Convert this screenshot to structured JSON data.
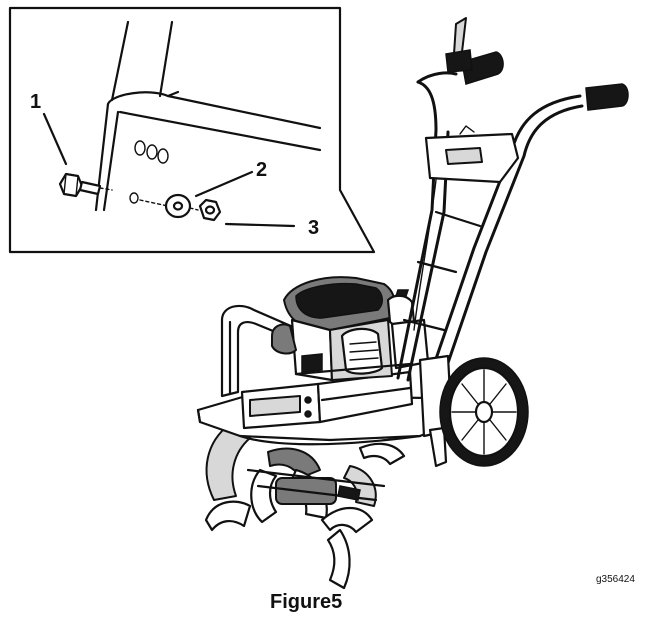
{
  "callouts": {
    "c1": "1",
    "c2": "2",
    "c3": "3"
  },
  "figure_code": "g356424",
  "caption": "Figure5"
}
